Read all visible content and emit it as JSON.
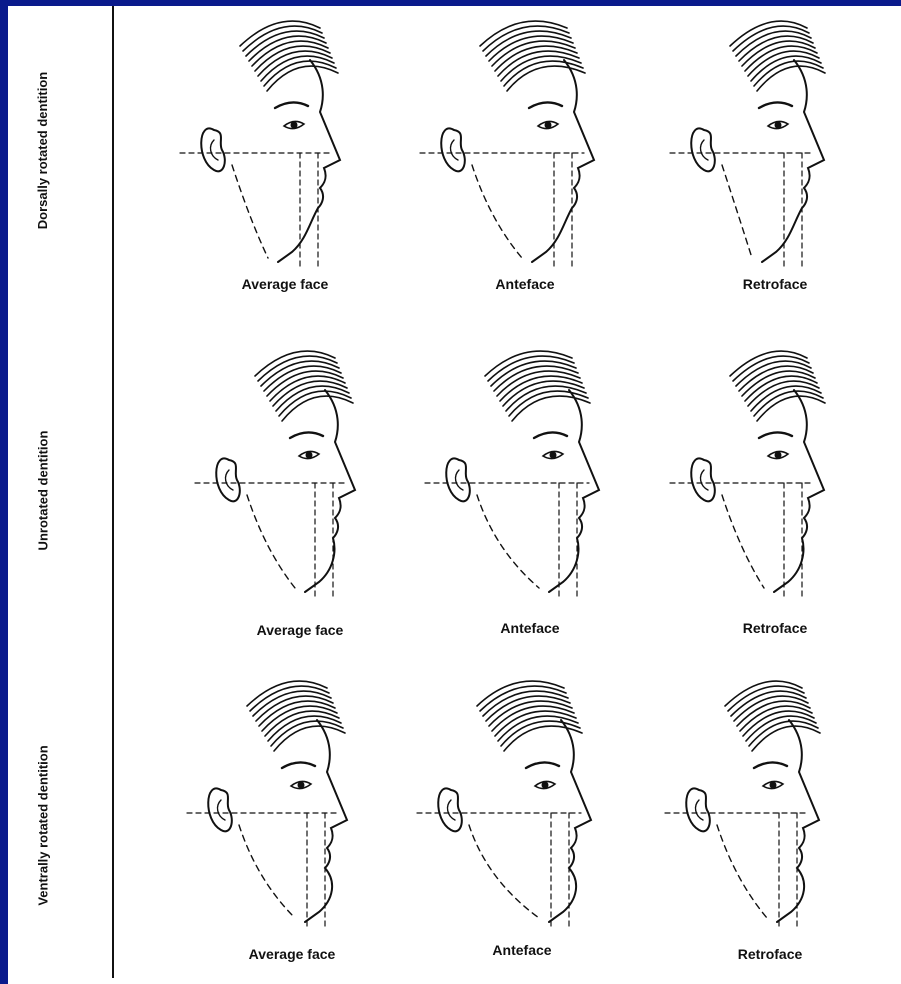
{
  "rows": [
    {
      "label": "Dorsally rotated dentition",
      "faces": [
        {
          "caption": "Average face",
          "type": "average"
        },
        {
          "caption": "Anteface",
          "type": "ante"
        },
        {
          "caption": "Retroface",
          "type": "retro"
        }
      ]
    },
    {
      "label": "Unrotated dentition",
      "faces": [
        {
          "caption": "Average face",
          "type": "average"
        },
        {
          "caption": "Anteface",
          "type": "ante"
        },
        {
          "caption": "Retroface",
          "type": "retro"
        }
      ]
    },
    {
      "label": "Ventrally rotated dentition",
      "faces": [
        {
          "caption": "Average face",
          "type": "average"
        },
        {
          "caption": "Anteface",
          "type": "ante"
        },
        {
          "caption": "Retroface",
          "type": "retro"
        }
      ]
    }
  ],
  "colors": {
    "background": "#0a1a8c",
    "paper": "#ffffff",
    "ink": "#111111"
  }
}
